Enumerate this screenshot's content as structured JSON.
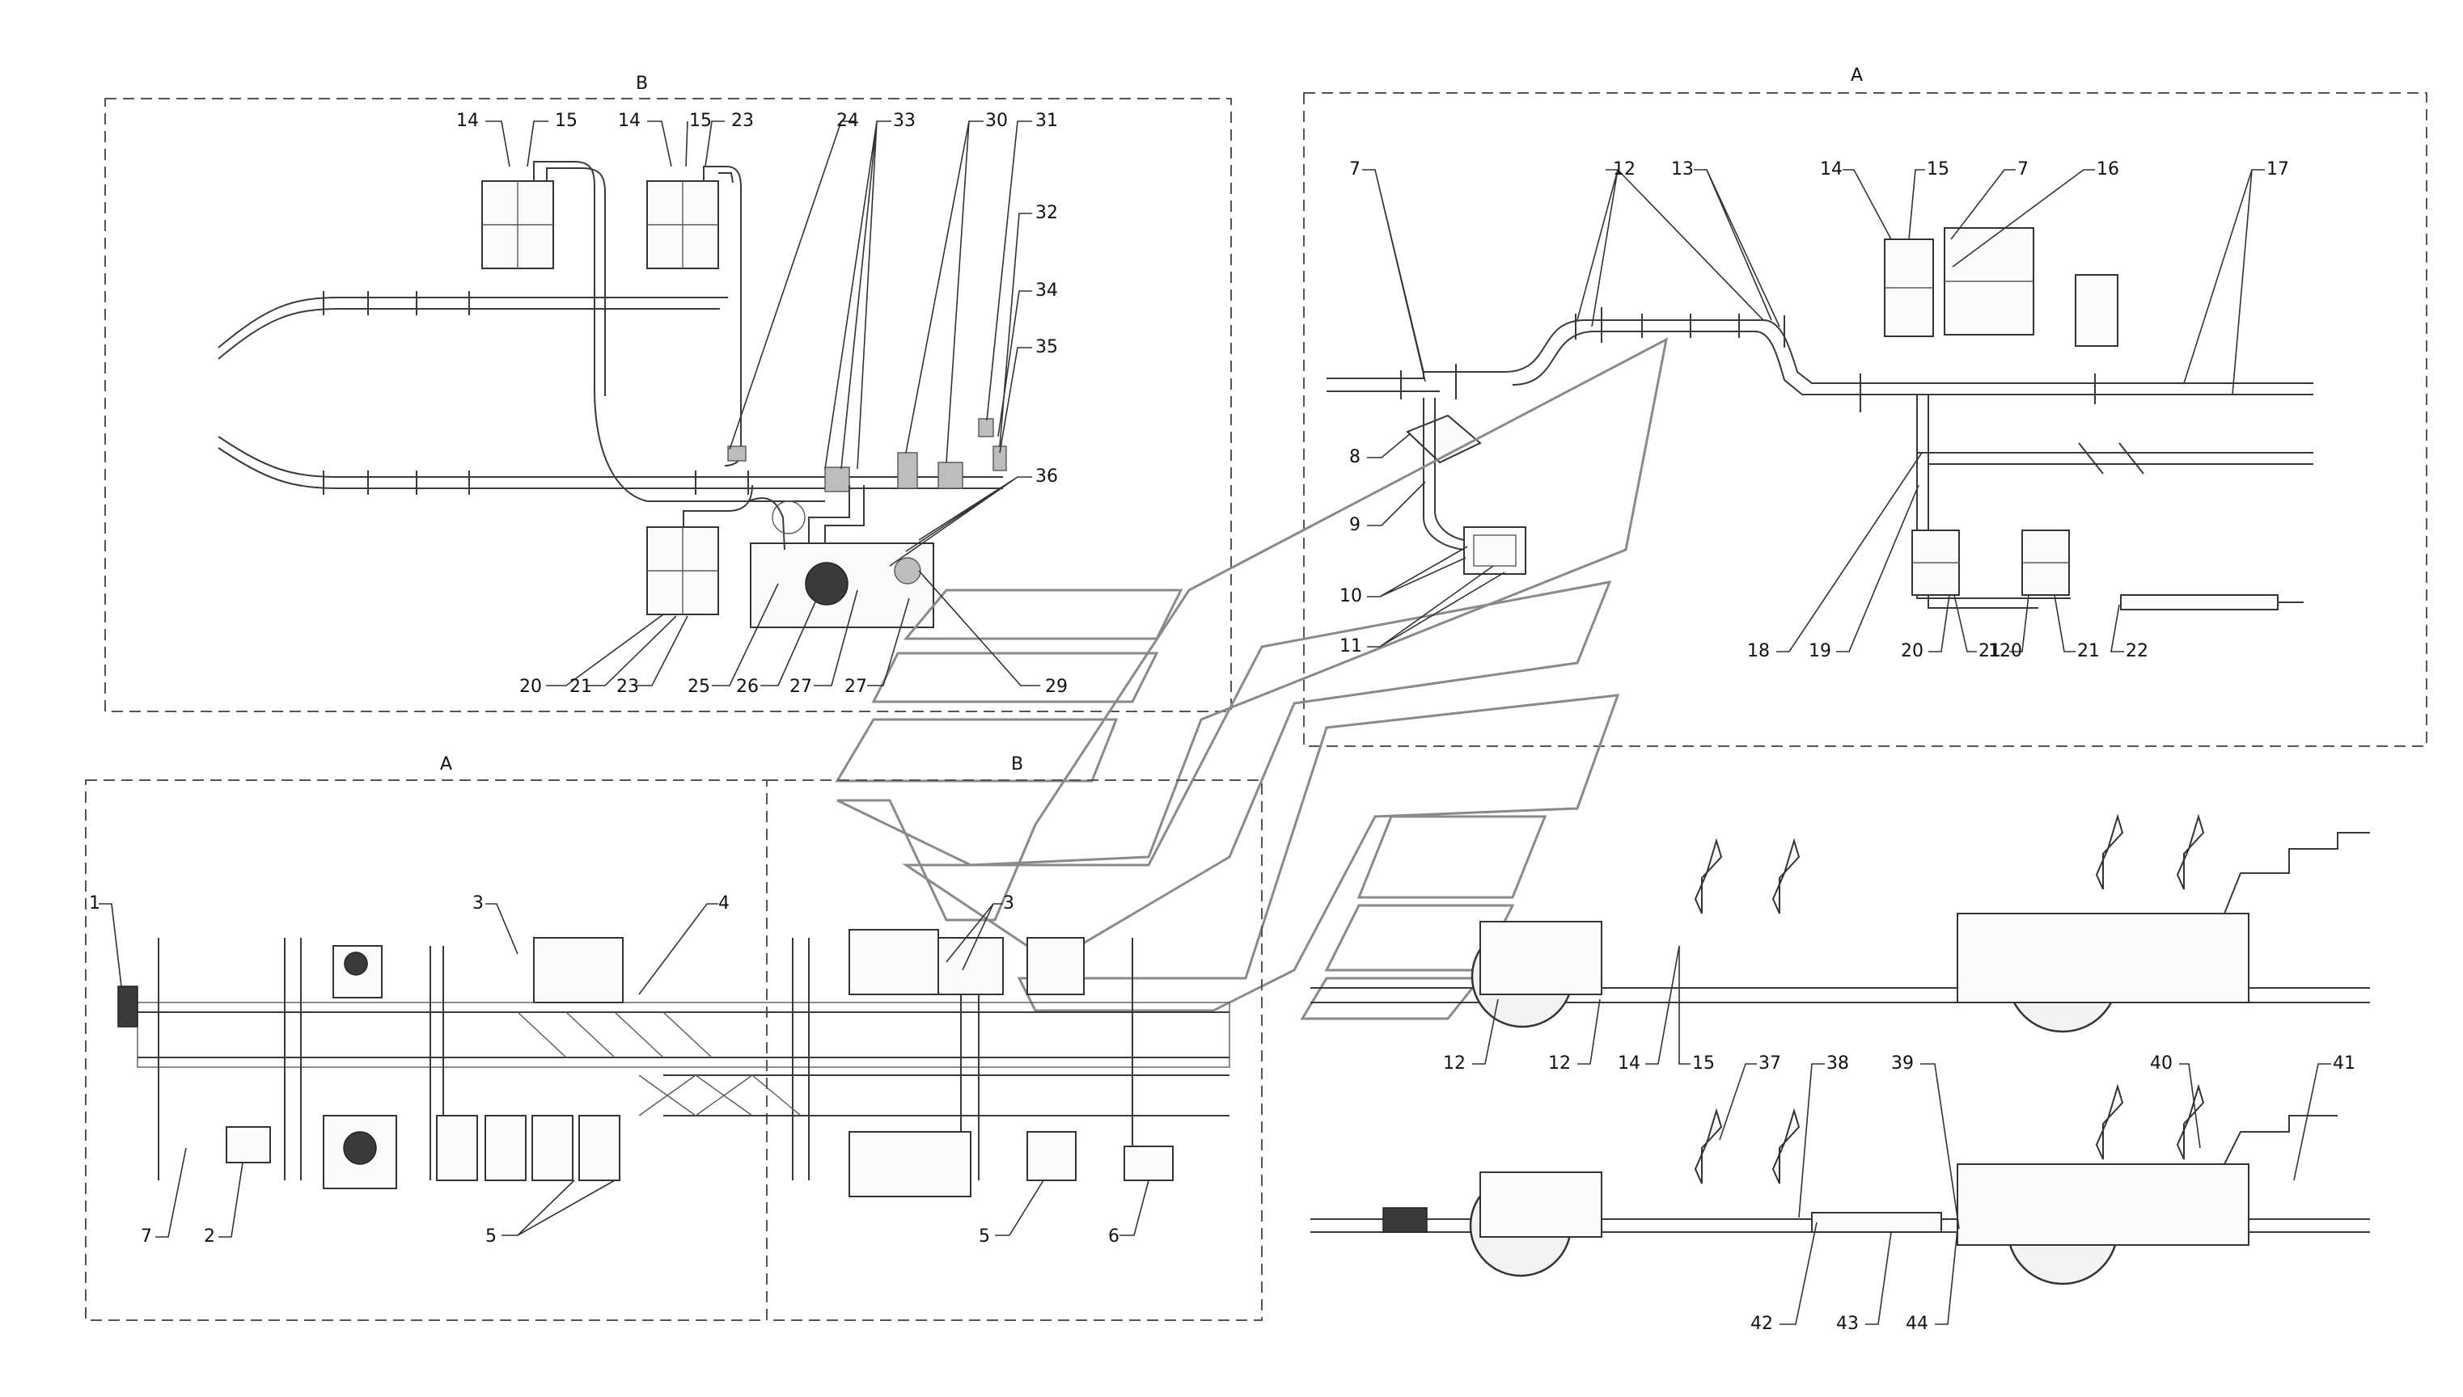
{
  "sections": {
    "detail_B": "B",
    "detail_A": "A",
    "plan_A": "A",
    "plan_B": "B"
  },
  "labels": {
    "n1": "1",
    "n2": "2",
    "n3": "3",
    "n3b": "3",
    "n4": "4",
    "n5": "5",
    "n5b": "5",
    "n6": "6",
    "n7": "7",
    "n7a": "7",
    "n7b": "7",
    "n8": "8",
    "n9": "9",
    "n10": "10",
    "n11": "11",
    "n12a": "12",
    "n12b": "12",
    "n12c": "12",
    "n13": "13",
    "n14a": "14",
    "n14b": "14",
    "n14c": "14",
    "n14d": "14",
    "n15a": "15",
    "n15b": "15",
    "n15c": "15",
    "n15d": "15",
    "n16": "16",
    "n17": "17",
    "n18": "18",
    "n19": "19",
    "n20a": "20",
    "n20b": "20",
    "n120": "120",
    "n21a": "21",
    "n21b": "21",
    "n21c": "21",
    "n22": "22",
    "n23a": "23",
    "n23b": "23",
    "n24": "24",
    "n25": "25",
    "n26": "26",
    "n27a": "27",
    "n27b": "27",
    "n29": "29",
    "n30": "30",
    "n31": "31",
    "n32": "32",
    "n33": "33",
    "n34": "34",
    "n35": "35",
    "n36": "36",
    "n37": "37",
    "n38": "38",
    "n39": "39",
    "n40": "40",
    "n41": "41",
    "n42": "42",
    "n43": "43",
    "n44": "44"
  }
}
